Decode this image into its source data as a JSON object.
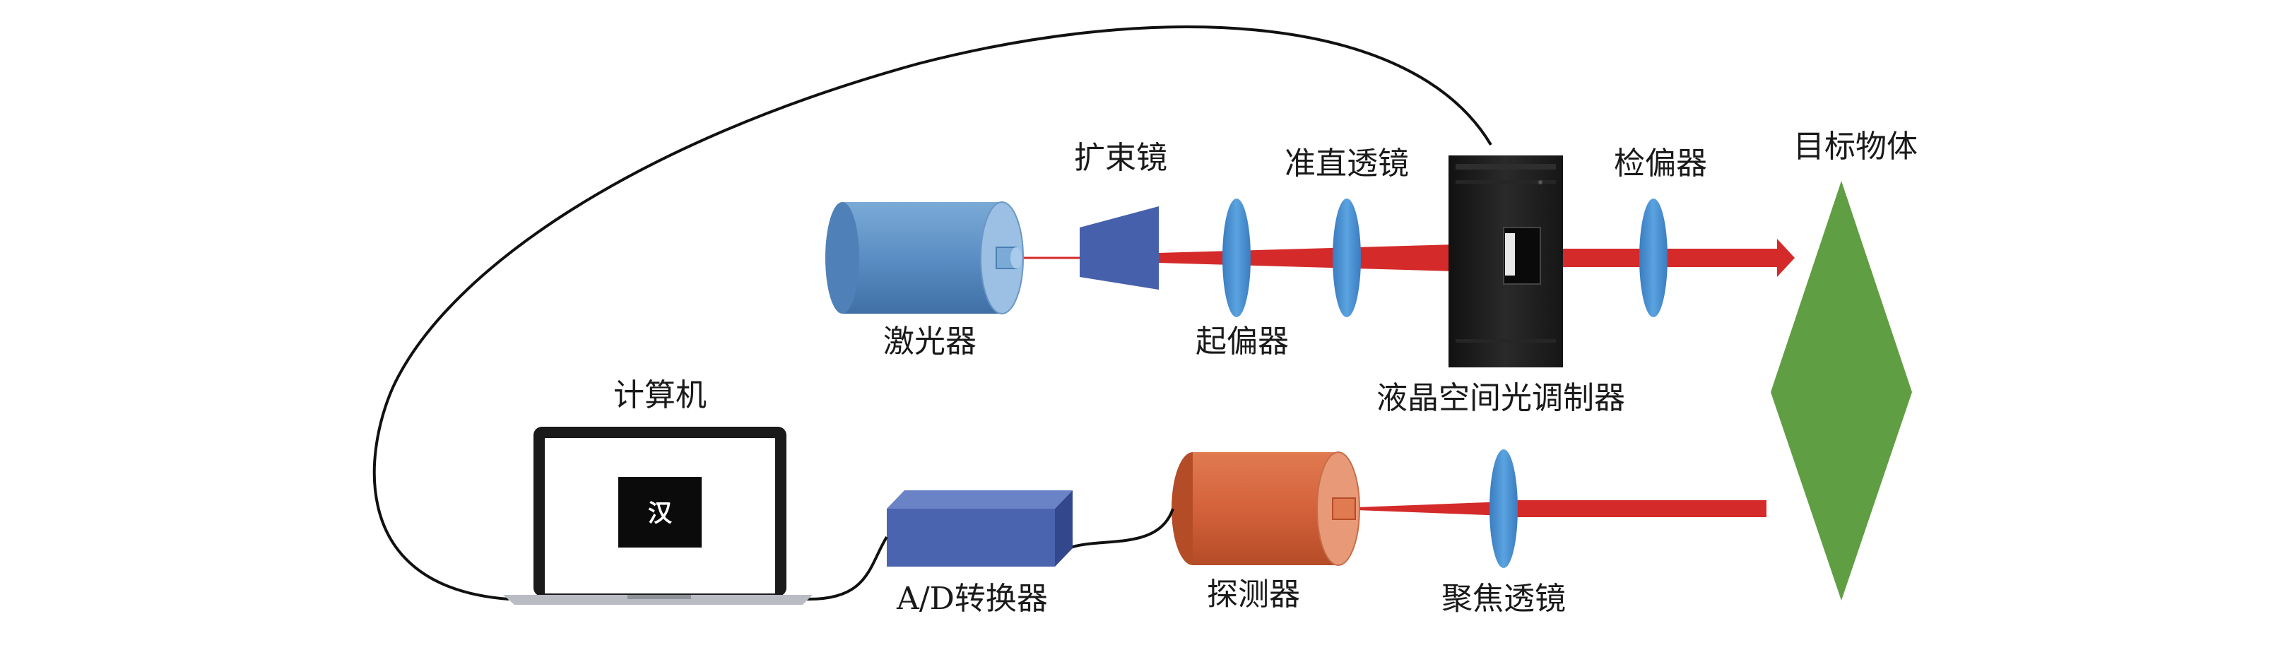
{
  "labels": {
    "laser": "激光器",
    "beam_expander": "扩束镜",
    "polarizer": "起偏器",
    "collimating_lens": "准直透镜",
    "slm": "液晶空间光调制器",
    "analyzer": "检偏器",
    "target": "目标物体",
    "computer": "计算机",
    "adc": "A/D转换器",
    "detector": "探测器",
    "focusing_lens": "聚焦透镜",
    "screen_char": "汉"
  },
  "colors": {
    "beam": "#d42a2a",
    "laser_body": "#5b8ec4",
    "expander": "#4660ab",
    "lens": "#4a8fd1",
    "slm_body": "#1c1c1c",
    "target": "#5f9e43",
    "adc_box": "#4a64b0",
    "detector_body": "#d4623a",
    "cable": "#111111"
  }
}
